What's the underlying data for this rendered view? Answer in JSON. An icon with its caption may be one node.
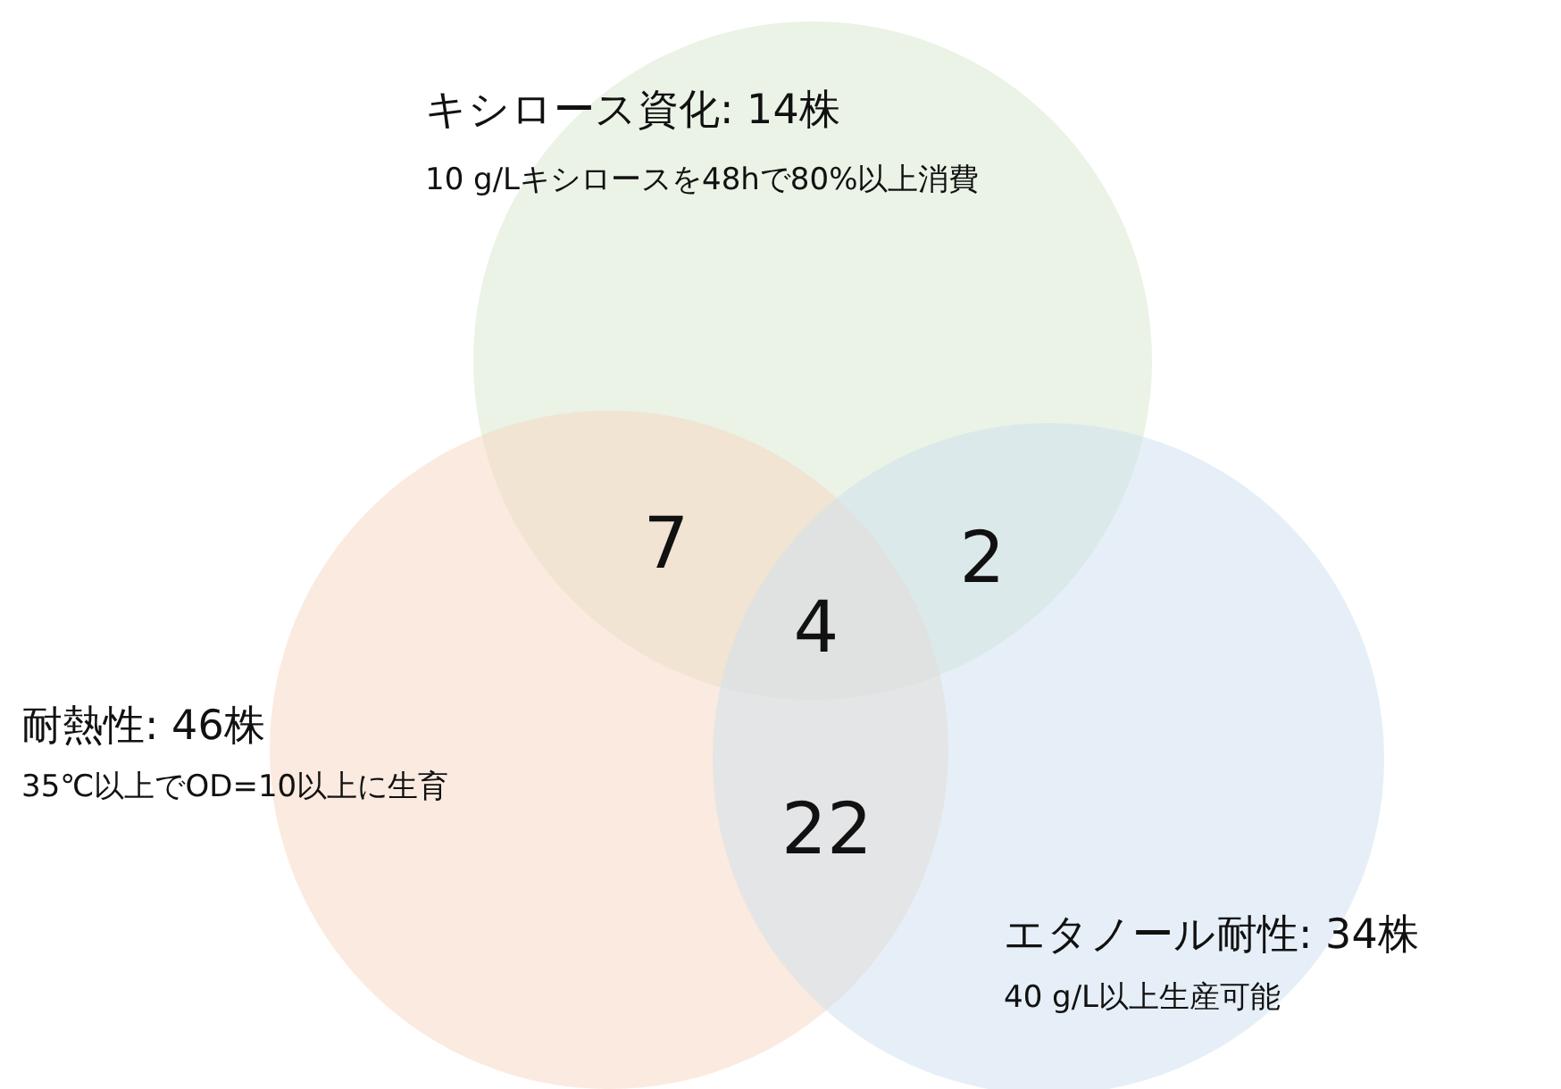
{
  "diagram": {
    "nodes": [
      {
        "text": [
          "キシロース資化: 14株",
          "10 g/Lキシロースを48hで80%以上消費"
        ]
      },
      {
        "text": [
          "耐熱性: 46株",
          "35℃以上でOD=10以上に生育"
        ]
      },
      {
        "text": [
          "エタノール耐性: 34株",
          "40 g/L以上生産可能"
        ]
      }
    ],
    "labels": [
      "7",
      "2",
      "4",
      "22"
    ]
  }
}
